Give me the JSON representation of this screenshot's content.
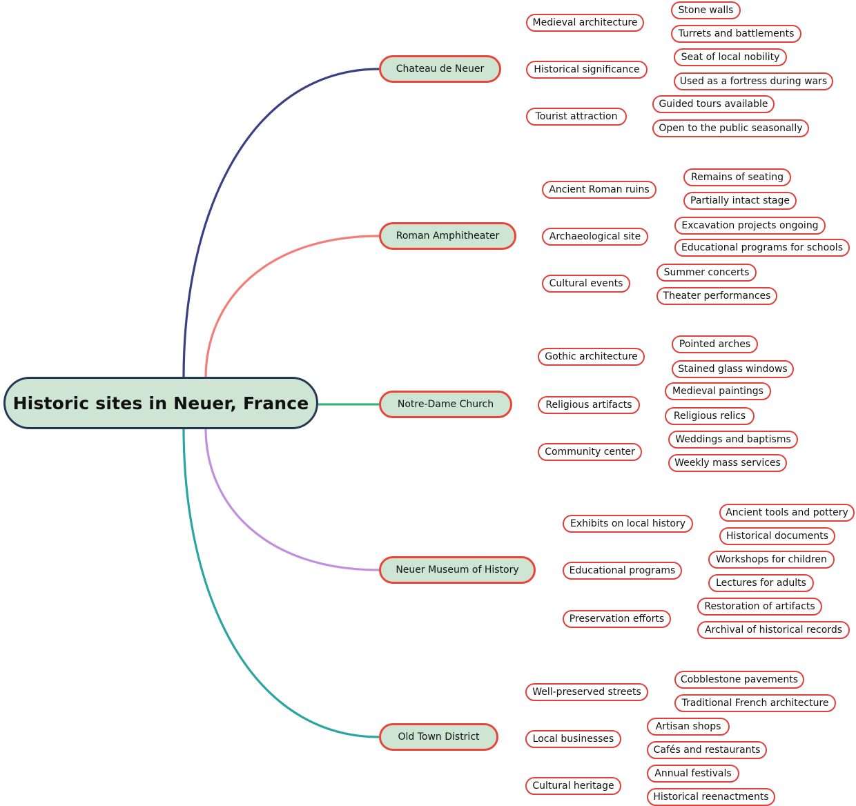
{
  "root": {
    "label": "Historic sites in Neuer, France"
  },
  "branches": [
    {
      "label": "Chateau de Neuer",
      "color": "#3b3f84",
      "children": [
        {
          "label": "Medieval architecture",
          "children": [
            {
              "label": "Stone walls"
            },
            {
              "label": "Turrets and battlements"
            }
          ]
        },
        {
          "label": "Historical significance",
          "children": [
            {
              "label": "Seat of local nobility"
            },
            {
              "label": "Used as a fortress during wars"
            }
          ]
        },
        {
          "label": "Tourist attraction",
          "children": [
            {
              "label": "Guided tours available"
            },
            {
              "label": "Open to the public seasonally"
            }
          ]
        }
      ]
    },
    {
      "label": "Roman Amphitheater",
      "color": "#f47d78",
      "children": [
        {
          "label": "Ancient Roman ruins",
          "children": [
            {
              "label": "Remains of seating"
            },
            {
              "label": "Partially intact stage"
            }
          ]
        },
        {
          "label": "Archaeological site",
          "children": [
            {
              "label": "Excavation projects ongoing"
            },
            {
              "label": "Educational programs for schools"
            }
          ]
        },
        {
          "label": "Cultural events",
          "children": [
            {
              "label": "Summer concerts"
            },
            {
              "label": "Theater performances"
            }
          ]
        }
      ]
    },
    {
      "label": "Notre-Dame Church",
      "color": "#3cb37f",
      "children": [
        {
          "label": "Gothic architecture",
          "children": [
            {
              "label": "Pointed arches"
            },
            {
              "label": "Stained glass windows"
            }
          ]
        },
        {
          "label": "Religious artifacts",
          "children": [
            {
              "label": "Medieval paintings"
            },
            {
              "label": "Religious relics"
            }
          ]
        },
        {
          "label": "Community center",
          "children": [
            {
              "label": "Weddings and baptisms"
            },
            {
              "label": "Weekly mass services"
            }
          ]
        }
      ]
    },
    {
      "label": "Neuer Museum of History",
      "color": "#c08fe0",
      "children": [
        {
          "label": "Exhibits on local history",
          "children": [
            {
              "label": "Ancient tools and pottery"
            },
            {
              "label": "Historical documents"
            }
          ]
        },
        {
          "label": "Educational programs",
          "children": [
            {
              "label": "Workshops for children"
            },
            {
              "label": "Lectures for adults"
            }
          ]
        },
        {
          "label": "Preservation efforts",
          "children": [
            {
              "label": "Restoration of artifacts"
            },
            {
              "label": "Archival of historical records"
            }
          ]
        }
      ]
    },
    {
      "label": "Old Town District",
      "color": "#2aa5a0",
      "children": [
        {
          "label": "Well-preserved streets",
          "children": [
            {
              "label": "Cobblestone pavements"
            },
            {
              "label": "Traditional French architecture"
            }
          ]
        },
        {
          "label": "Local businesses",
          "children": [
            {
              "label": "Artisan shops"
            },
            {
              "label": "Cafés and restaurants"
            }
          ]
        },
        {
          "label": "Cultural heritage",
          "children": [
            {
              "label": "Annual festivals"
            },
            {
              "label": "Historical reenactments"
            }
          ]
        }
      ]
    }
  ]
}
